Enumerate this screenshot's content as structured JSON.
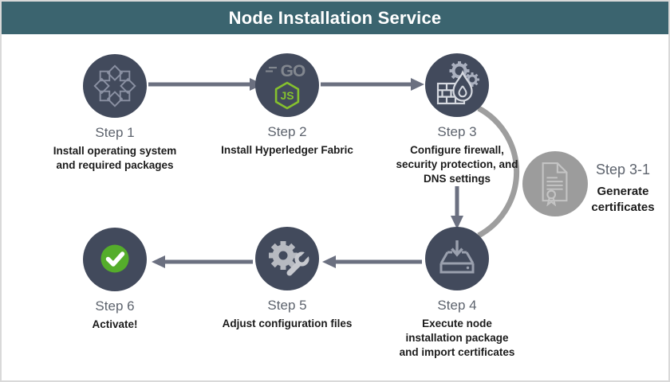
{
  "header": {
    "title": "Node Installation Service"
  },
  "steps": [
    {
      "label": "Step 1",
      "description": "Install operating system\nand required packages",
      "icon": "centos-icon"
    },
    {
      "label": "Step 2",
      "description": "Install Hyperledger Fabric",
      "icon": "go-nodejs-icon"
    },
    {
      "label": "Step 3",
      "description": "Configure firewall,\nsecurity protection, and\nDNS settings",
      "icon": "firewall-security-icon"
    },
    {
      "label": "Step 4",
      "description": "Execute node\ninstallation package\nand import certificates",
      "icon": "install-package-icon"
    },
    {
      "label": "Step 5",
      "description": "Adjust configuration files",
      "icon": "gear-wrench-icon"
    },
    {
      "label": "Step 6",
      "description": "Activate!",
      "icon": "check-icon"
    }
  ],
  "side_step": {
    "label": "Step 3-1",
    "description": "Generate\ncertificates",
    "icon": "certificate-icon"
  },
  "icon_text": {
    "go": "GO",
    "js": "JS"
  },
  "colors": {
    "header_bg": "#3b646f",
    "circle_navy": "#424a5c",
    "connector_arrow": "#6b7080",
    "side_gray": "#9c9c9c",
    "success_green": "#55ad2b",
    "nodejs_green": "#85c12e",
    "go_gray": "#82878f",
    "step_label_gray": "#5d636d",
    "description_black": "#1b1b1b",
    "frame_border": "#d9d9d9"
  }
}
